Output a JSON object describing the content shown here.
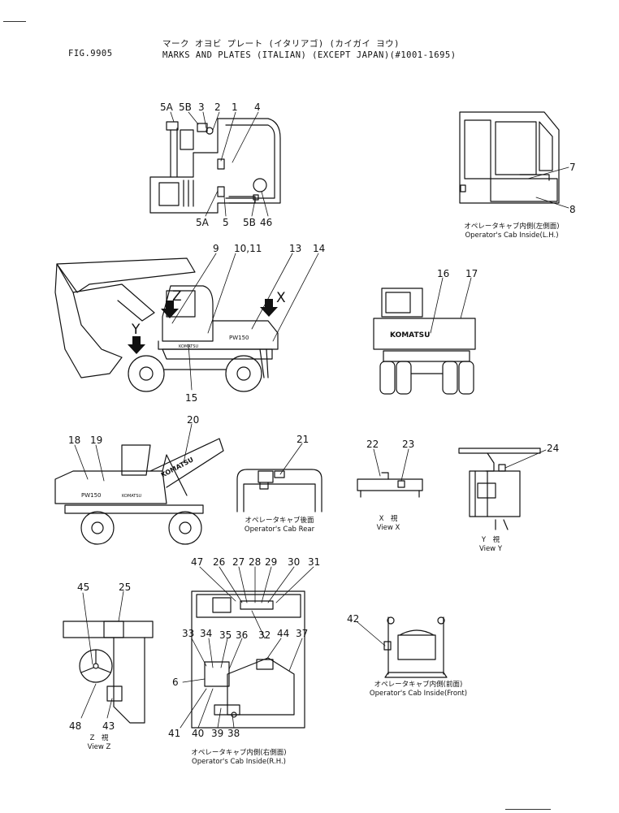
{
  "header": {
    "figure_no": "FIG.9905",
    "title_jp": "マーク オヨビ プレート (イタリアゴ) (カイガイ ヨウ)",
    "title_en": "MARKS AND PLATES (ITALIAN) (EXCEPT JAPAN)(#1001-1695)"
  },
  "captions": {
    "cab_inside_lh_jp": "オペレータキャブ内側(左側面)",
    "cab_inside_lh_en": "Operator's Cab Inside(L.H.)",
    "cab_rear_jp": "オペレータキャブ後面",
    "cab_rear_en": "Operator's Cab Rear",
    "view_x_jp": "X　視",
    "view_x_en": "View  X",
    "view_y_jp": "Y　視",
    "view_y_en": "View  Y",
    "view_z_jp": "Z　視",
    "view_z_en": "View  Z",
    "cab_inside_front_jp": "オペレータキャブ内側(前面)",
    "cab_inside_front_en": "Operator's Cab Inside(Front)",
    "cab_inside_rh_jp": "オペレータキャブ内側(右側面)",
    "cab_inside_rh_en": "Operator's Cab Inside(R.H.)"
  },
  "view_letters": {
    "x": "X",
    "y": "Y",
    "z": "Z"
  },
  "side_view_marks": {
    "model": "PW150",
    "brand": "KOMATSU"
  },
  "callouts": {
    "c5a_top": "5A",
    "c5b_top": "5B",
    "c3": "3",
    "c2": "2",
    "c1": "1",
    "c4": "4",
    "c5a_bot": "5A",
    "c5": "5",
    "c5b_bot": "5B",
    "c46": "46",
    "c7": "7",
    "c8": "8",
    "c9": "9",
    "c10_11": "10,11",
    "c13": "13",
    "c14": "14",
    "c15": "15",
    "c16": "16",
    "c17": "17",
    "c18": "18",
    "c19": "19",
    "c20": "20",
    "c21": "21",
    "c22": "22",
    "c23": "23",
    "c24": "24",
    "c45": "45",
    "c25": "25",
    "c48": "48",
    "c43": "43",
    "c47": "47",
    "c26": "26",
    "c27": "27",
    "c28": "28",
    "c29": "29",
    "c30": "30",
    "c31": "31",
    "c33": "33",
    "c34": "34",
    "c35": "35",
    "c36": "36",
    "c32": "32",
    "c44": "44",
    "c37": "37",
    "c6": "6",
    "c41": "41",
    "c40": "40",
    "c39": "39",
    "c38": "38",
    "c42": "42"
  }
}
